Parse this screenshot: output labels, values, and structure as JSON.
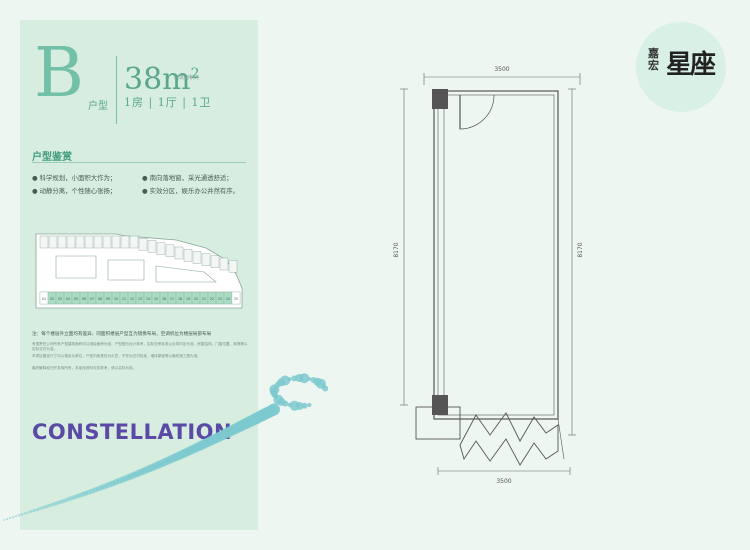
{
  "unit": {
    "letter": "B",
    "suffix": "户型",
    "area_value": "38m",
    "area_sup": "2",
    "area_note": "建筑面积约",
    "rooms": "1房 | 1厅 | 1卫"
  },
  "appreciation": {
    "title": "户型鉴赏",
    "features": [
      "科学规划，小面积大作为；",
      "南向落地窗，采光通透舒适；",
      "动静分离，个性随心张扬；",
      "实效分区，娱乐办公井然有序。"
    ]
  },
  "site_plan": {
    "row_numbers": [
      "01",
      "02",
      "03",
      "04",
      "05",
      "06",
      "07",
      "08",
      "09",
      "10",
      "11",
      "12",
      "13",
      "14",
      "15",
      "16",
      "17",
      "18",
      "19",
      "20",
      "21",
      "22",
      "23",
      "24",
      "25"
    ]
  },
  "notes": {
    "main": "注：每个楼层外立面均有差异，同面积楼层户型互为镜像布局，空调机位为楼层局部布局",
    "paragraph_1": "有限责任公司所有户型建筑面积均以测绘面积为准，户型图为设计参考，实际交房标准以合同约定为准，房屋结构、门窗位置、家具等以实际交付为准。",
    "paragraph_2": "本项目图纸尺寸均以毫米为单位，户型内家具仅为示意，不作为交付标准，墙体厚度等以最终施工图为准。",
    "paragraph_3": "最终解释权归开发商所有，本宣传资料仅供参考，请以实际为准。"
  },
  "brand": {
    "wordmark": "CONSTELLATION",
    "logo_small": "嘉宏",
    "logo_big": "星座"
  },
  "floor_plan": {
    "top_width": "3500",
    "bottom_width": "3500",
    "left_depth": "8170",
    "right_depth": "8170"
  },
  "colors": {
    "sidebar_bg": "#d6ede0",
    "accent_green": "#5aa78e",
    "brand_purple": "#5a4aa6",
    "dot_teal": "#7cc9cf"
  }
}
